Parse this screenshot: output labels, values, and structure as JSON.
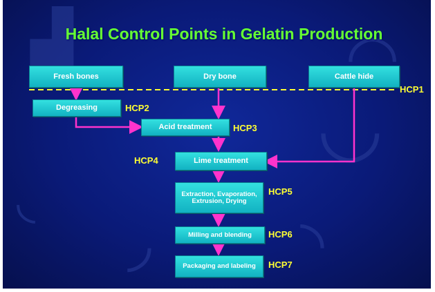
{
  "title": "Halal Control Points in Gelatin Production",
  "boxes": {
    "fresh_bones": "Fresh bones",
    "dry_bone": "Dry bone",
    "cattle_hide": "Cattle hide",
    "degreasing": "Degreasing",
    "acid_treatment": "Acid treatment",
    "lime_treatment": "Lime treatment",
    "extraction": "Extraction, Evaporation, Extrusion, Drying",
    "milling": "Milling and blending",
    "packaging": "Packaging and labeling"
  },
  "hcp": {
    "hcp1": "HCP1",
    "hcp2": "HCP2",
    "hcp3": "HCP3",
    "hcp4": "HCP4",
    "hcp5": "HCP5",
    "hcp6": "HCP6",
    "hcp7": "HCP7"
  },
  "colors": {
    "arrow": "#ff33cc",
    "dashed_line": "#ffff33",
    "box": "#22c8d4",
    "title": "#66ff33",
    "hcp_label": "#ffff33"
  }
}
